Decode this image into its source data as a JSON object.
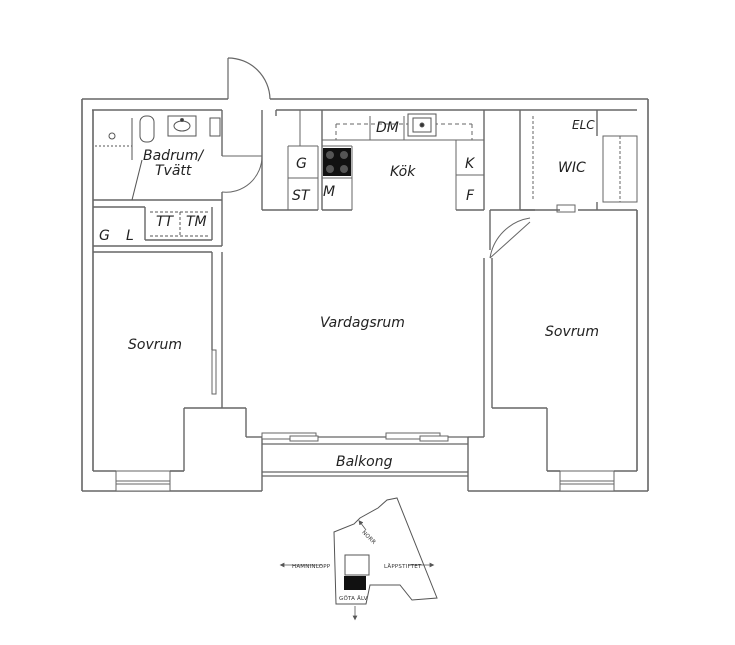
{
  "rooms": {
    "bathroom": "Badrum/",
    "bathroom_line2": "Tvätt",
    "kitchen": "Kök",
    "living_room": "Vardagsrum",
    "bedroom_left": "Sovrum",
    "bedroom_right": "Sovrum",
    "walk_in_closet": "WIC",
    "balcony": "Balkong"
  },
  "fixtures": {
    "dishwasher": "DM",
    "electrical": "ELC",
    "tumble_dryer": "TT",
    "washing_machine": "TM",
    "wardrobe_g_left": "G",
    "wardrobe_l_left": "L",
    "kitchen_g": "G",
    "kitchen_st": "ST",
    "kitchen_m": "M",
    "kitchen_k": "K",
    "kitchen_f": "F"
  },
  "site_plan": {
    "north": "NORR",
    "west_street": "HAMNINLOPP",
    "east_street": "LÄPPSTIFTET",
    "south_street": "GÖTA ÄLV"
  },
  "colors": {
    "wall": "#888888",
    "line": "#333333",
    "unit_marker": "#111111"
  }
}
